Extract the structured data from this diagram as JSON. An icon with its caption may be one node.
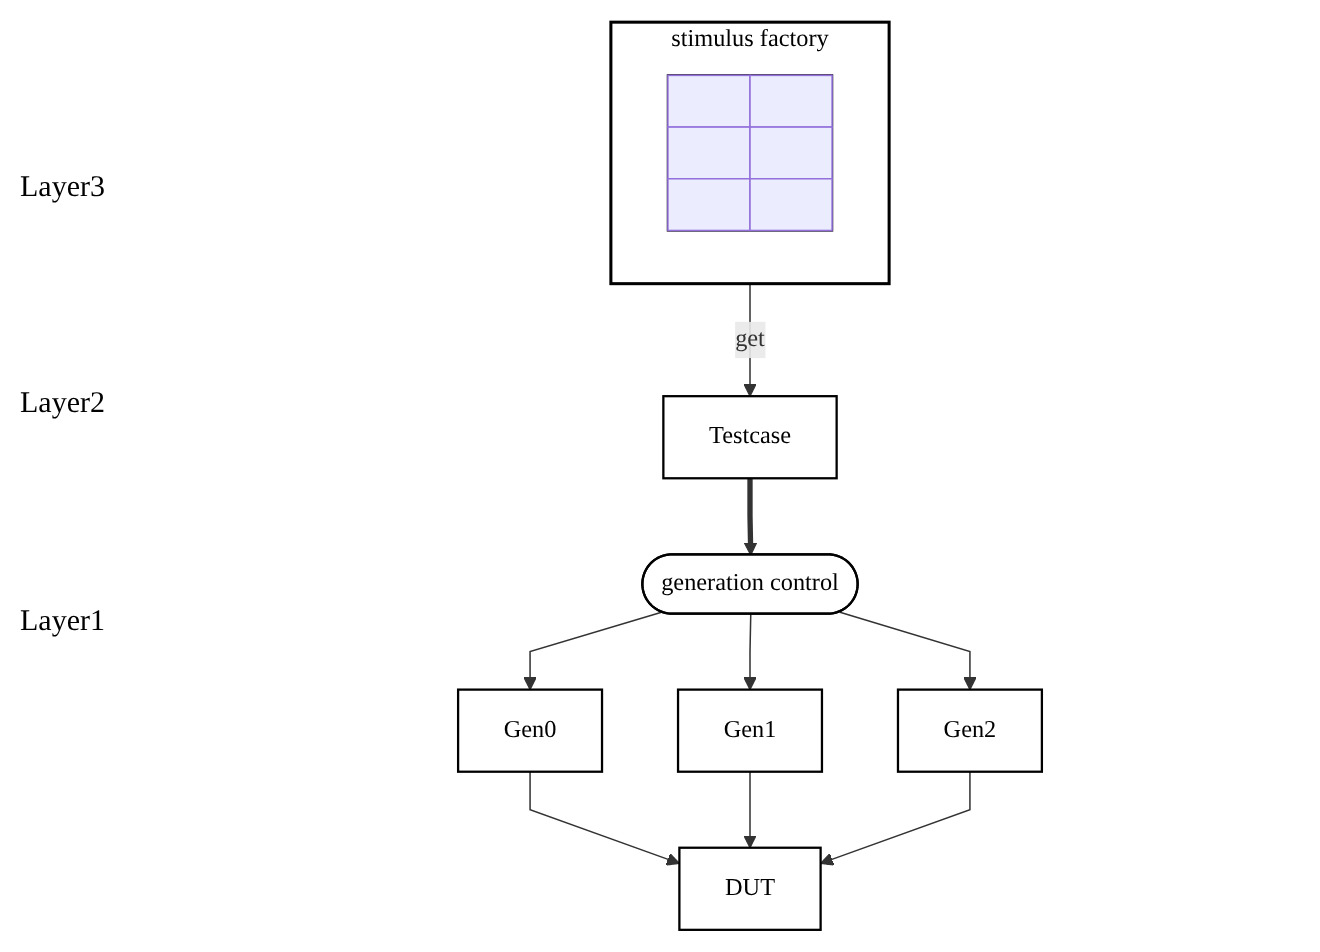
{
  "diagram": {
    "nodes": [
      {
        "text": [
          "stimulus factory"
        ]
      },
      {
        "text": [],
        "shape": "picture",
        "in": 0
      },
      {
        "text": [
          "Testcase"
        ]
      },
      {
        "text": [
          "generation control"
        ]
      },
      {
        "text": [
          "Gen0"
        ]
      },
      {
        "text": [
          "Gen1"
        ]
      },
      {
        "text": [
          "Gen2"
        ]
      },
      {
        "text": [
          "DUT"
        ]
      }
    ],
    "edges": [
      {
        "from": 0,
        "to": 2,
        "arrow": "to",
        "label": "get"
      },
      {
        "from": 2,
        "to": 3,
        "arrow": "to",
        "style": "thick"
      },
      {
        "from": 3,
        "to": 4,
        "arrow": "to"
      },
      {
        "from": 3,
        "to": 5,
        "arrow": "to"
      },
      {
        "from": 3,
        "to": 6,
        "arrow": "to"
      },
      {
        "from": 4,
        "to": 7,
        "arrow": "to"
      },
      {
        "from": 5,
        "to": 7,
        "arrow": "to"
      },
      {
        "from": 6,
        "to": 7,
        "arrow": "to"
      }
    ],
    "labels": [
      "Layer3",
      "Layer2",
      "Layer1"
    ]
  }
}
